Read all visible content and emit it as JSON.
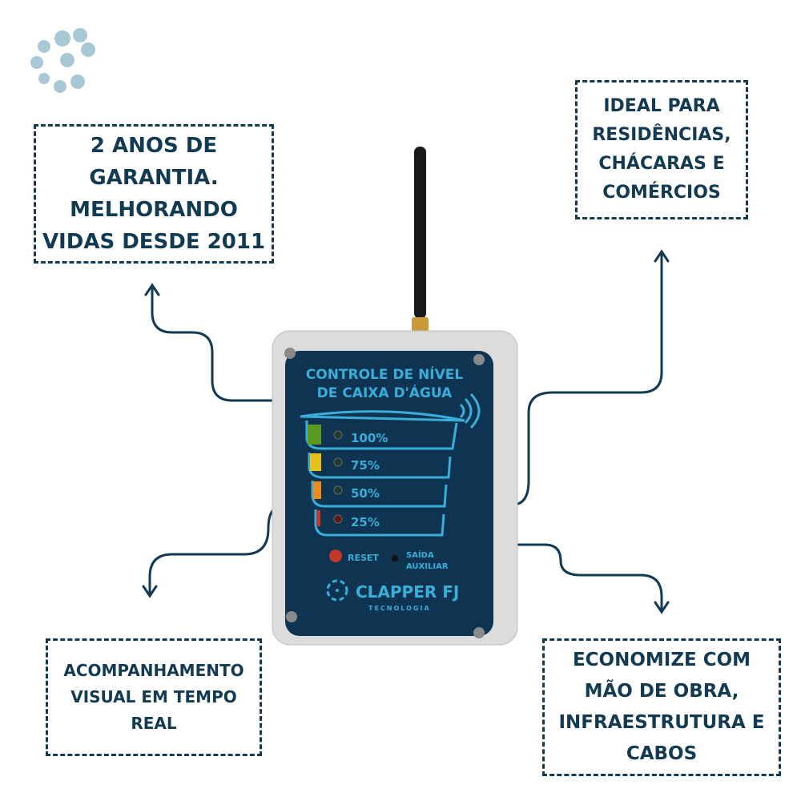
{
  "callouts": {
    "warranty": "2 anos de\ngarantia.\nmelhorando\nvidas desde 2011",
    "ideal": "Ideal para\nresidências,\nchácaras e\ncomércios",
    "visual": "Acompanhamento\nvisual em tempo\nreal",
    "economize": "Economize com\nmão de obra,\ninfraestrutura e\ncabos"
  },
  "device": {
    "title_line1": "CONTROLE DE NÍVEL",
    "title_line2": "DE CAIXA D'ÁGUA",
    "levels": [
      {
        "label": "100%",
        "color": "#5a9a1e"
      },
      {
        "label": "75%",
        "color": "#e8c21a"
      },
      {
        "label": "50%",
        "color": "#ef8a1c"
      },
      {
        "label": "25%",
        "color": "#c0392b"
      }
    ],
    "reset": "RESET",
    "aux_line1": "SAÍDA",
    "aux_line2": "AUXILIAR",
    "brand": "CLAPPER FJ",
    "brand_sub": "TECNOLOGIA"
  },
  "colors": {
    "navy": "#123a52",
    "panel": "#0f3452",
    "accent": "#3aaed8"
  }
}
